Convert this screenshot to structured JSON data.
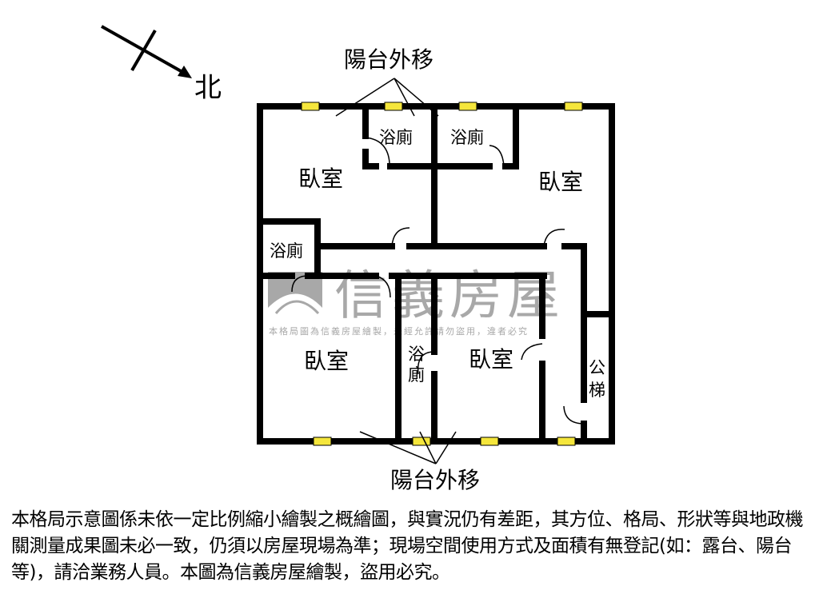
{
  "compass": {
    "north_label": "北"
  },
  "balcony_labels": {
    "top": "陽台外移",
    "bottom": "陽台外移"
  },
  "rooms": [
    {
      "label": "臥室"
    },
    {
      "label": "臥室"
    },
    {
      "label": "臥室"
    },
    {
      "label": "臥室"
    }
  ],
  "bathrooms": [
    {
      "label": "浴廁"
    },
    {
      "label": "浴廁"
    },
    {
      "label": "浴廁"
    },
    {
      "label": "浴\n廁"
    }
  ],
  "stairs": {
    "label": "公\n梯"
  },
  "watermark": {
    "brand": "信義房屋",
    "notice": "本格局圖為信義房屋繪製，未經允許請勿盜用，違者必究"
  },
  "disclaimer": "本格局示意圖係未依一定比例縮小繪製之概繪圖，與實況仍有差距，其方位、格局、形狀等與地政機關測量成果圖未必一致，仍須以房屋現場為準；現場空間使用方式及面積有無登記(如：露台、陽台等)，請洽業務人員。本圖為信義房屋繪製，盜用必究。",
  "colors": {
    "wall": "#000000",
    "window": "#f5e63c",
    "watermark": "#a8a8a8"
  }
}
